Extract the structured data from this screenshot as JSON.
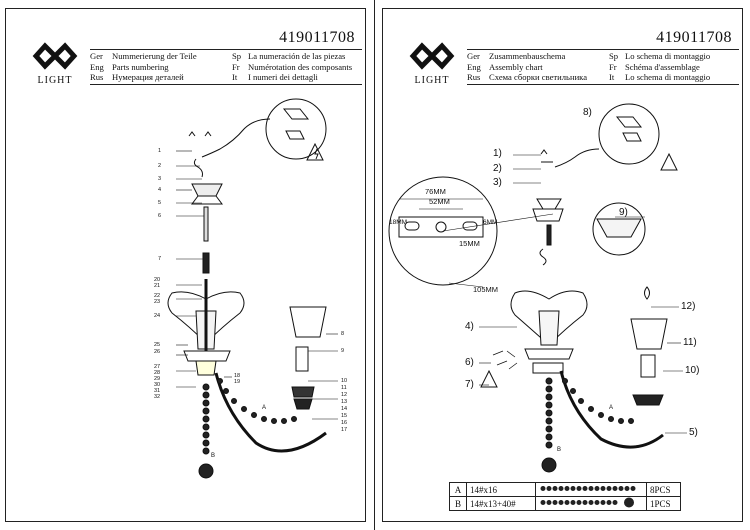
{
  "brand": {
    "logo_text": "LIGHT"
  },
  "left_sheet": {
    "code": "419011708",
    "title_rows": [
      {
        "lang_a": "Ger",
        "text_a": "Nummerierung der Teile",
        "lang_b": "Sp",
        "text_b": "La numeración de las piezas"
      },
      {
        "lang_a": "Eng",
        "text_a": "Parts numbering",
        "lang_b": "Fr",
        "text_b": "Numérotation des composants"
      },
      {
        "lang_a": "Rus",
        "text_a": "Нумерация деталей",
        "lang_b": "It",
        "text_b": "I numeri dei dettagli"
      }
    ],
    "callouts": [
      "1",
      "2",
      "3",
      "4",
      "5",
      "6",
      "7",
      "20",
      "21",
      "22",
      "23",
      "24",
      "25",
      "26",
      "27",
      "28",
      "29",
      "30",
      "31",
      "32",
      "8",
      "9",
      "10",
      "11",
      "12",
      "13",
      "14",
      "15",
      "16",
      "17",
      "18",
      "19"
    ],
    "bead_labels": [
      "A",
      "B"
    ]
  },
  "right_sheet": {
    "code": "419011708",
    "title_rows": [
      {
        "lang_a": "Ger",
        "text_a": "Zusammenbauschema",
        "lang_b": "Sp",
        "text_b": "Lo schema di montaggio"
      },
      {
        "lang_a": "Eng",
        "text_a": "Assembly chart",
        "lang_b": "Fr",
        "text_b": "Schéma d'assemblage"
      },
      {
        "lang_a": "Rus",
        "text_a": "Схема сборки светильника",
        "lang_b": "It",
        "text_b": "Lo schema di montaggio"
      }
    ],
    "steps": [
      "1)",
      "2)",
      "3)",
      "4)",
      "5)",
      "6)",
      "7)",
      "8)",
      "9)",
      "10)",
      "11)",
      "12)"
    ],
    "dimensions": {
      "outer": "76MM",
      "inner": "52MM",
      "height": "18MM",
      "depth": "6MM",
      "lower": "15MM",
      "bottom": "105MM"
    },
    "bead_labels": [
      "A",
      "B"
    ],
    "bead_table": [
      {
        "letter": "A",
        "desc": "14#x16",
        "qty": "8PCS"
      },
      {
        "letter": "B",
        "desc": "14#x13+40#",
        "qty": "1PCS"
      }
    ]
  }
}
